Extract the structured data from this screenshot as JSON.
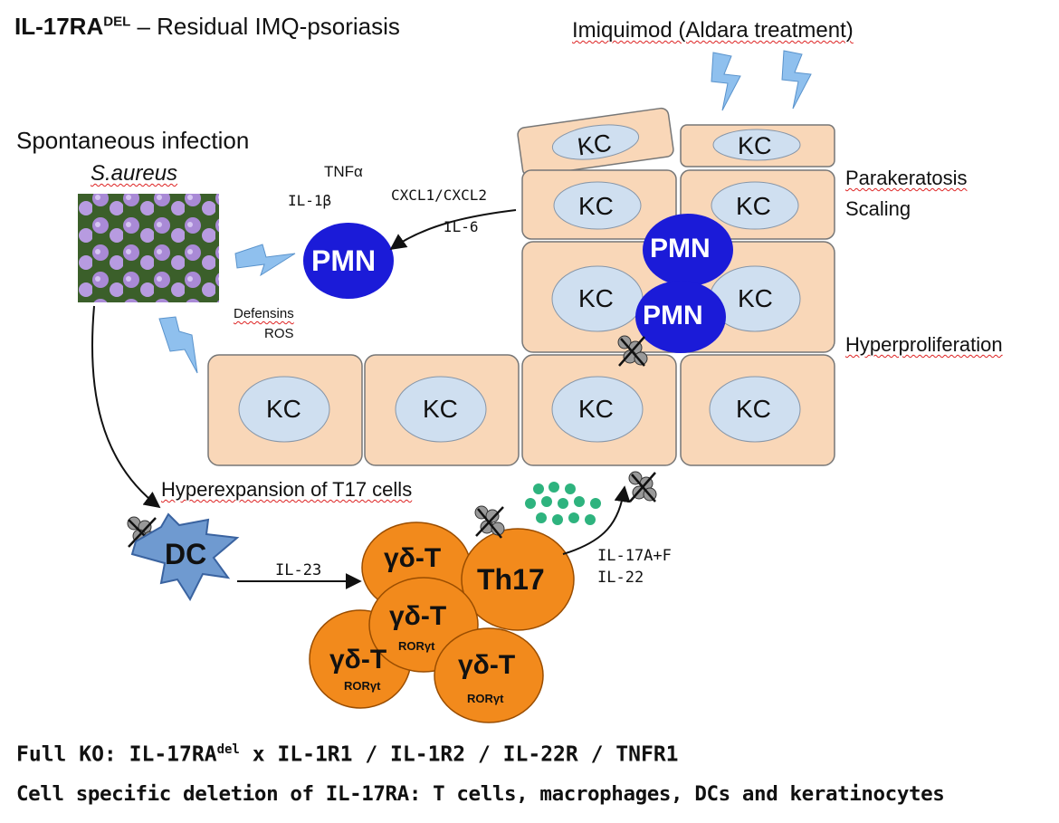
{
  "title": {
    "prefix": "IL-17RA",
    "sup": "DEL",
    "suffix": " – Residual IMQ-psoriasis"
  },
  "imiquimod_label": "Imiquimod (Aldara treatment)",
  "infection": {
    "heading": "Spontaneous infection",
    "organism": "S.aureus"
  },
  "cytokines": {
    "tnfa": "TNFα",
    "il1b": "IL-1β",
    "cxcl": "CXCL1/CXCL2",
    "il6": "IL-6",
    "defensins": "Defensins",
    "ros": "ROS",
    "il23": "IL-23",
    "il17af": "IL-17A+F",
    "il22": "IL-22"
  },
  "cells": {
    "kc": "KC",
    "pmn": "PMN",
    "dc": "DC",
    "gdt": "γδ-T",
    "rorgt": "RORγt",
    "th17": "Th17"
  },
  "layer_labels": {
    "parakeratosis": "Parakeratosis",
    "scaling": "Scaling",
    "hyperproliferation": "Hyperproliferation"
  },
  "hyperexpansion": "Hyperexpansion of T17 cells",
  "footer": {
    "line1_prefix": "Full KO: IL-17RA",
    "line1_sup": "del",
    "line1_suffix": " x IL-1R1 / IL-1R2 / IL-22R / TNFR1",
    "line2": "Cell specific deletion of IL-17RA: T cells, macrophages, DCs and keratinocytes"
  },
  "colors": {
    "kc_cell_fill": "#f9d7b8",
    "kc_nucleus_fill": "#cfdff0",
    "pmn_fill": "#1b1bd8",
    "t_cell_fill": "#f28a1c",
    "dc_fill": "#6f9ad0",
    "lightning": "#8fc0ee",
    "il17_dots": "#2eb37e"
  }
}
